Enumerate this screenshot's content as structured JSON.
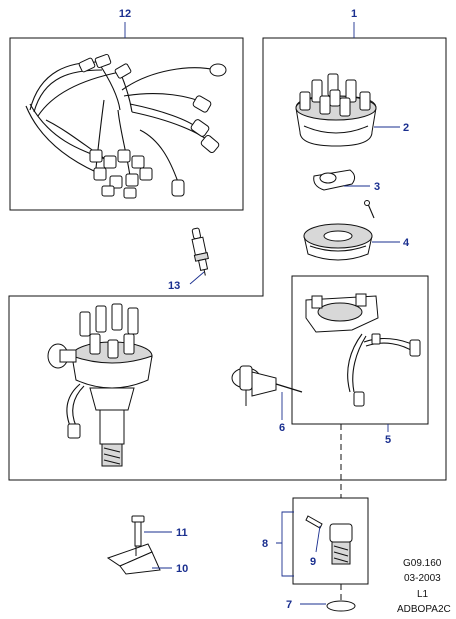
{
  "callouts": {
    "c1": "1",
    "c2": "2",
    "c3": "3",
    "c4": "4",
    "c5": "5",
    "c6": "6",
    "c7": "7",
    "c8": "8",
    "c9": "9",
    "c10": "10",
    "c11": "11",
    "c12": "12",
    "c13": "13"
  },
  "meta": {
    "ref": "G09.160",
    "date": "03-2003",
    "level": "L1",
    "code": "ADBOPA2C"
  },
  "colors": {
    "callout": "#1a2f8f",
    "line": "#111111",
    "shade": "#d8d8d8"
  }
}
